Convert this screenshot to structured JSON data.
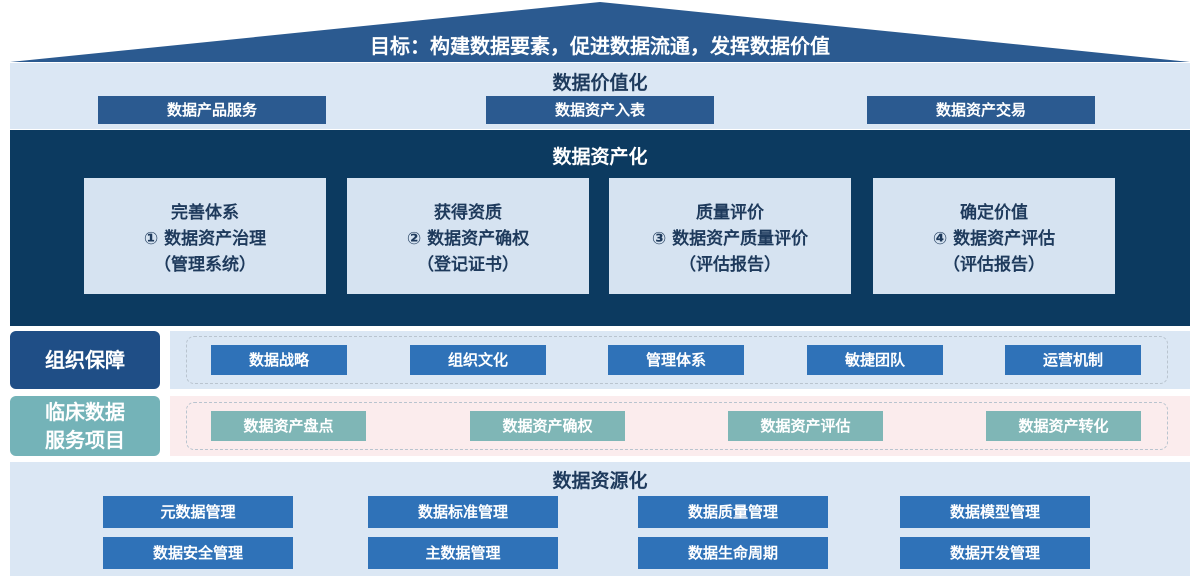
{
  "goal": "目标：构建数据要素，促进数据流通，发挥数据价值",
  "value_layer": {
    "title": "数据价值化",
    "items": [
      "数据产品服务",
      "数据资产入表",
      "数据资产交易"
    ]
  },
  "asset_layer": {
    "title": "数据资产化",
    "cards": [
      {
        "heading": "完善体系",
        "step": "① 数据资产治理",
        "output": "（管理系统）"
      },
      {
        "heading": "获得资质",
        "step": "② 数据资产确权",
        "output": "（登记证书）"
      },
      {
        "heading": "质量评价",
        "step": "③ 数据资产质量评价",
        "output": "（评估报告）"
      },
      {
        "heading": "确定价值",
        "step": "④ 数据资产评估",
        "output": "（评估报告）"
      }
    ]
  },
  "org_guarantee": {
    "label": "组织保障",
    "items": [
      "数据战略",
      "组织文化",
      "管理体系",
      "敏捷团队",
      "运营机制"
    ]
  },
  "clinical_service": {
    "label_line1": "临床数据",
    "label_line2": "服务项目",
    "items": [
      "数据资产盘点",
      "数据资产确权",
      "数据资产评估",
      "数据资产转化"
    ]
  },
  "resource_layer": {
    "title": "数据资源化",
    "row1": [
      "元数据管理",
      "数据标准管理",
      "数据质量管理",
      "数据模型管理"
    ],
    "row2": [
      "数据安全管理",
      "主数据管理",
      "数据生命周期",
      "数据开发管理"
    ]
  },
  "colors": {
    "roof": "#2b5a90",
    "value_bg": "#dbe7f4",
    "asset_bg": "#0c3a60",
    "card_bg": "#d6e3f1",
    "org_label": "#1f4e86",
    "org_pill": "#2f72b8",
    "clinical_label": "#74b3b8",
    "clinical_pill": "#7fb6b6",
    "clinical_bg": "#fbeced",
    "resource_pill": "#2f72b8"
  }
}
